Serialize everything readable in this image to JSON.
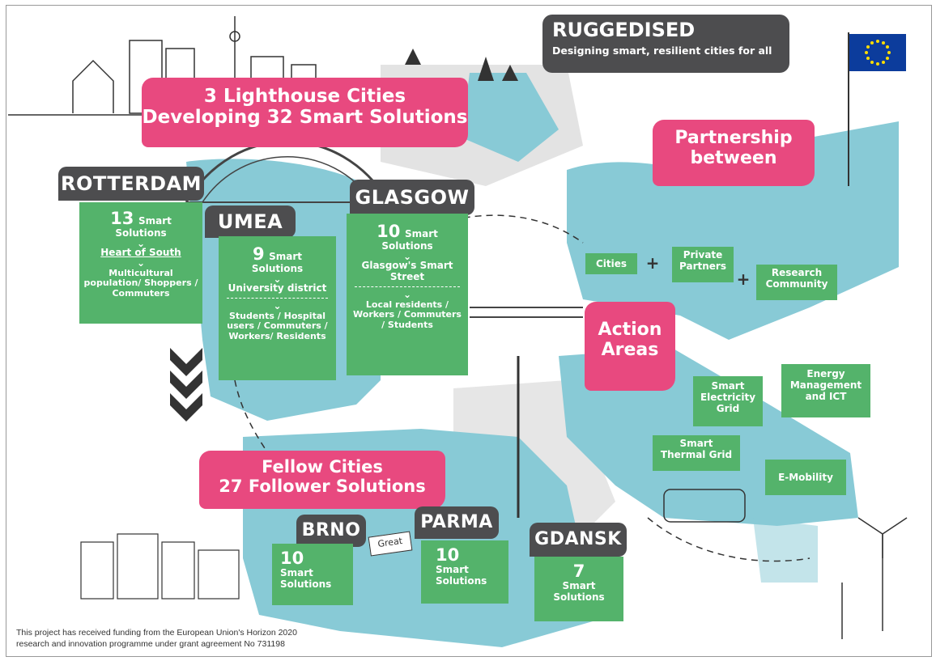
{
  "header": {
    "brand": "RUGGEDISED",
    "tagline": "Designing smart, resilient cities for all"
  },
  "lighthouse_banner": {
    "line1": "3 Lighthouse Cities",
    "line2": "Developing 32 Smart Solutions"
  },
  "lighthouse_cities": [
    {
      "name": "ROTTERDAM",
      "count": "13",
      "label1": "Smart",
      "label2": "Solutions",
      "district": "Heart of South",
      "users": "Multicultural population/ Shoppers / Commuters"
    },
    {
      "name": "UMEA",
      "count": "9",
      "label1": "Smart",
      "label2": "Solutions",
      "district": "University district",
      "users": "Students / Hospital users / Commuters / Workers/ Residents"
    },
    {
      "name": "GLASGOW",
      "count": "10",
      "label1": "Smart",
      "label2": "Solutions",
      "district": "Glasgow's Smart Street",
      "users": "Local residents / Workers / Commuters / Students"
    }
  ],
  "partnership": {
    "title_line1": "Partnership",
    "title_line2": "between",
    "partners": [
      "Cities",
      "Private Partners",
      "Research Community"
    ],
    "plus": "+"
  },
  "action_areas": {
    "title_line1": "Action",
    "title_line2": "Areas",
    "items": [
      "Smart Electricity Grid",
      "Energy Management and ICT",
      "Smart Thermal Grid",
      "E-Mobility"
    ]
  },
  "fellow_banner": {
    "line1": "Fellow Cities",
    "line2": "27 Follower Solutions"
  },
  "fellow_cities": [
    {
      "name": "BRNO",
      "count": "10",
      "label": "Smart Solutions"
    },
    {
      "name": "PARMA",
      "count": "10",
      "label": "Smart Solutions"
    },
    {
      "name": "GDANSK",
      "count": "7",
      "label": "Smart Solutions"
    }
  ],
  "sketch_text": {
    "great": "Great"
  },
  "footer": {
    "line1": "This project has received funding from the European Union's Horizon 2020",
    "line2": "research and innovation programme under grant agreement No 731198"
  },
  "colors": {
    "pink": "#e8497f",
    "green": "#54b36b",
    "teal": "#88cad6",
    "dark": "#4d4d4f",
    "eu_blue": "#0c3c9c",
    "eu_star": "#ffdd00"
  }
}
